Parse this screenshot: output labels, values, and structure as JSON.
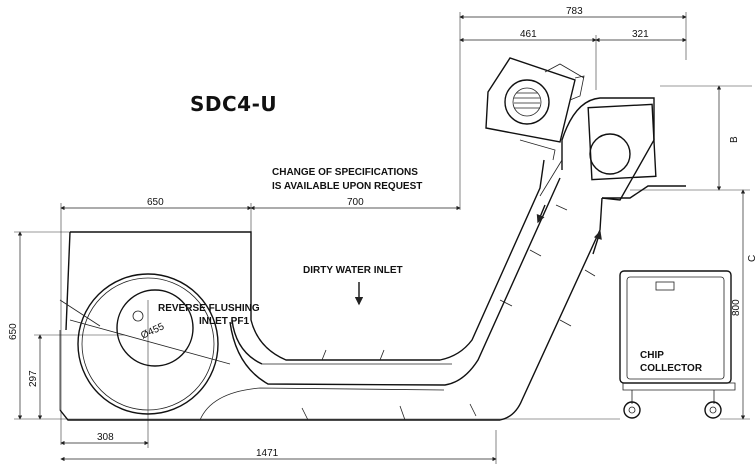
{
  "model": "SDC4-U",
  "notes": {
    "spec_line1": "CHANGE OF SPECIFICATIONS",
    "spec_line2": "IS AVAILABLE UPON REQUEST",
    "dirty_water": "DIRTY WATER INLET",
    "reverse_line1": "REVERSE FLUSHING",
    "reverse_line2": "INLET  PF1",
    "chip_line1": "CHIP",
    "chip_line2": "COLLECTOR"
  },
  "dimensions": {
    "d783": "783",
    "d461": "461",
    "d321": "321",
    "d650_top": "650",
    "d700": "700",
    "d1471": "1471",
    "d308": "308",
    "d650_side": "650",
    "d297": "297",
    "d800": "800",
    "dB": "B",
    "dC": "C",
    "diameter": "Ø455"
  }
}
